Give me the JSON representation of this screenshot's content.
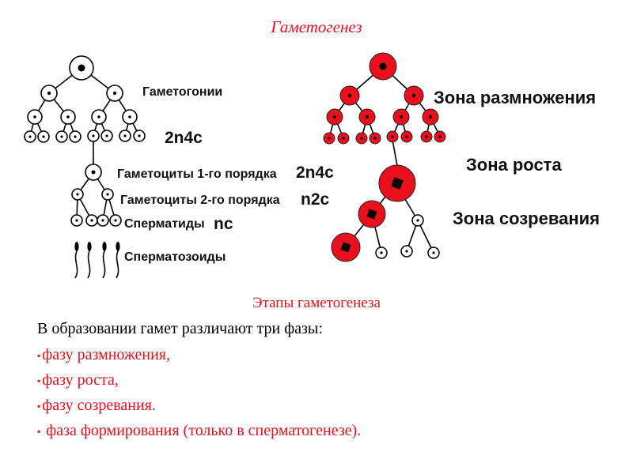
{
  "title": "Гаметогенез",
  "left_diagram": {
    "labels": {
      "gametogonia": "Гаметогонии",
      "gametogonia_formula": "2n4c",
      "gametocytes_1": "Гаметоциты 1-го порядка",
      "gametocytes_1_formula": "2n4c",
      "gametocytes_2": "Гаметоциты 2-го порядка",
      "gametocytes_2_formula": "n2c",
      "spermatids": "Сперматиды",
      "spermatids_formula": "nc",
      "spermatozoa": "Сперматозоиды"
    }
  },
  "right_diagram": {
    "labels": {
      "zone_multiplication": "Зона размножения",
      "zone_growth": "Зона роста",
      "zone_maturation": "Зона созревания"
    },
    "cell_color": "#e8101c"
  },
  "text": {
    "subtitle": "Этапы гаметогенеза",
    "intro": "В образовании гамет различают три фазы:",
    "phases": [
      "фазу размножения,",
      "фазу роста,",
      "фазу созревания.",
      " фаза формирования (только в сперматогенезе)."
    ],
    "bullet": "▪",
    "accent_color": "#e8101c"
  }
}
